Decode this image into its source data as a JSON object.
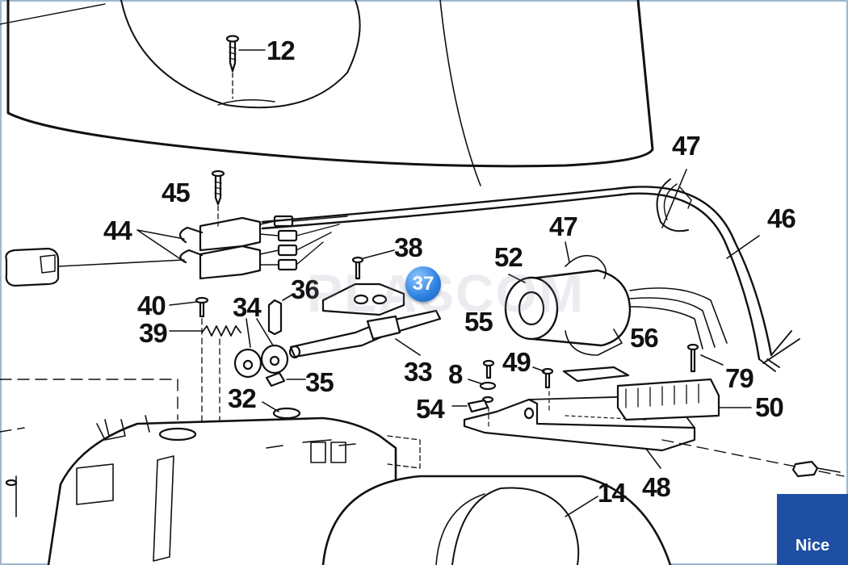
{
  "watermark": "PLASCOM",
  "brand": "Nice",
  "highlight_badge": "37",
  "parts": {
    "p12": "12",
    "p45": "45",
    "p44": "44",
    "p47a": "47",
    "p47b": "47",
    "p46": "46",
    "p38": "38",
    "p52": "52",
    "p36": "36",
    "p40": "40",
    "p34": "34",
    "p39": "39",
    "p55": "55",
    "p56": "56",
    "p33": "33",
    "p8": "8",
    "p49": "49",
    "p79": "79",
    "p35": "35",
    "p32": "32",
    "p54": "54",
    "p50": "50",
    "p48": "48",
    "p14": "14"
  },
  "colors": {
    "brand_bg": "#1f4fa3",
    "badge": "#2a7fe0",
    "ink": "#111111"
  }
}
